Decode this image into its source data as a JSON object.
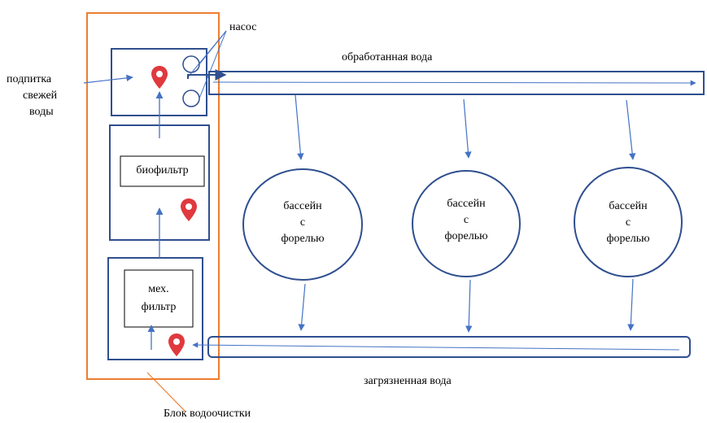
{
  "labels": {
    "pump": "насос",
    "treated_water": "обработанная вода",
    "fresh_water_line1": "подпитка",
    "fresh_water_line2": "свежей",
    "fresh_water_line3": "воды",
    "dirty_water": "загрязненная вода",
    "treatment_block": "Блок водоочистки"
  },
  "filters": {
    "bio": "биофильтр",
    "mech_line1": "мех.",
    "mech_line2": "фильтр"
  },
  "pools": [
    {
      "line1": "бассейн",
      "line2": "с",
      "line3": "форелью"
    },
    {
      "line1": "бассейн",
      "line2": "с",
      "line3": "форелью"
    },
    {
      "line1": "бассейн",
      "line2": "с",
      "line3": "форелью"
    }
  ],
  "colors": {
    "navy": "#2F4F8F",
    "arrow_blue": "#4472C4",
    "orange": "#ED7D31",
    "marker_red": "#E0393E"
  },
  "icons": [
    "map-marker-icon"
  ]
}
